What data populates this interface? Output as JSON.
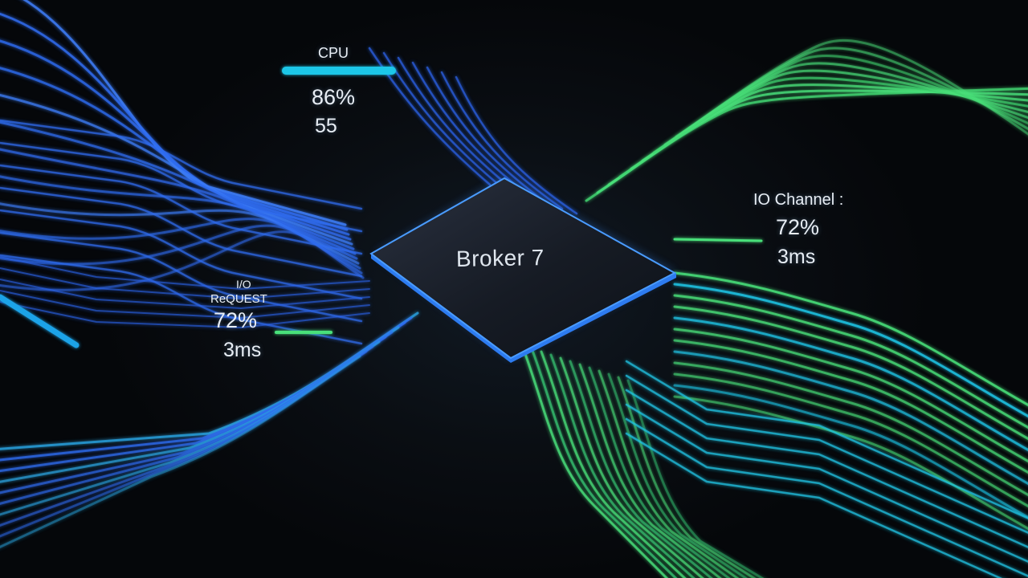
{
  "chip": {
    "label": "Broker 7"
  },
  "panels": {
    "top_left": {
      "title": "CPU",
      "value": "86%",
      "sub": "55"
    },
    "right": {
      "title": "IO Channel :",
      "value": "72%",
      "sub": "3ms"
    },
    "left": {
      "title": "I/O",
      "subtitle": "ReQUEST",
      "value": "72%",
      "sub": "3ms"
    }
  },
  "colors": {
    "background": "#06080b",
    "blue_trace": "#2f6cf0",
    "cyan_trace": "#1fc7e8",
    "green_trace": "#49e07a",
    "chip_edge": "#3a8cff"
  }
}
